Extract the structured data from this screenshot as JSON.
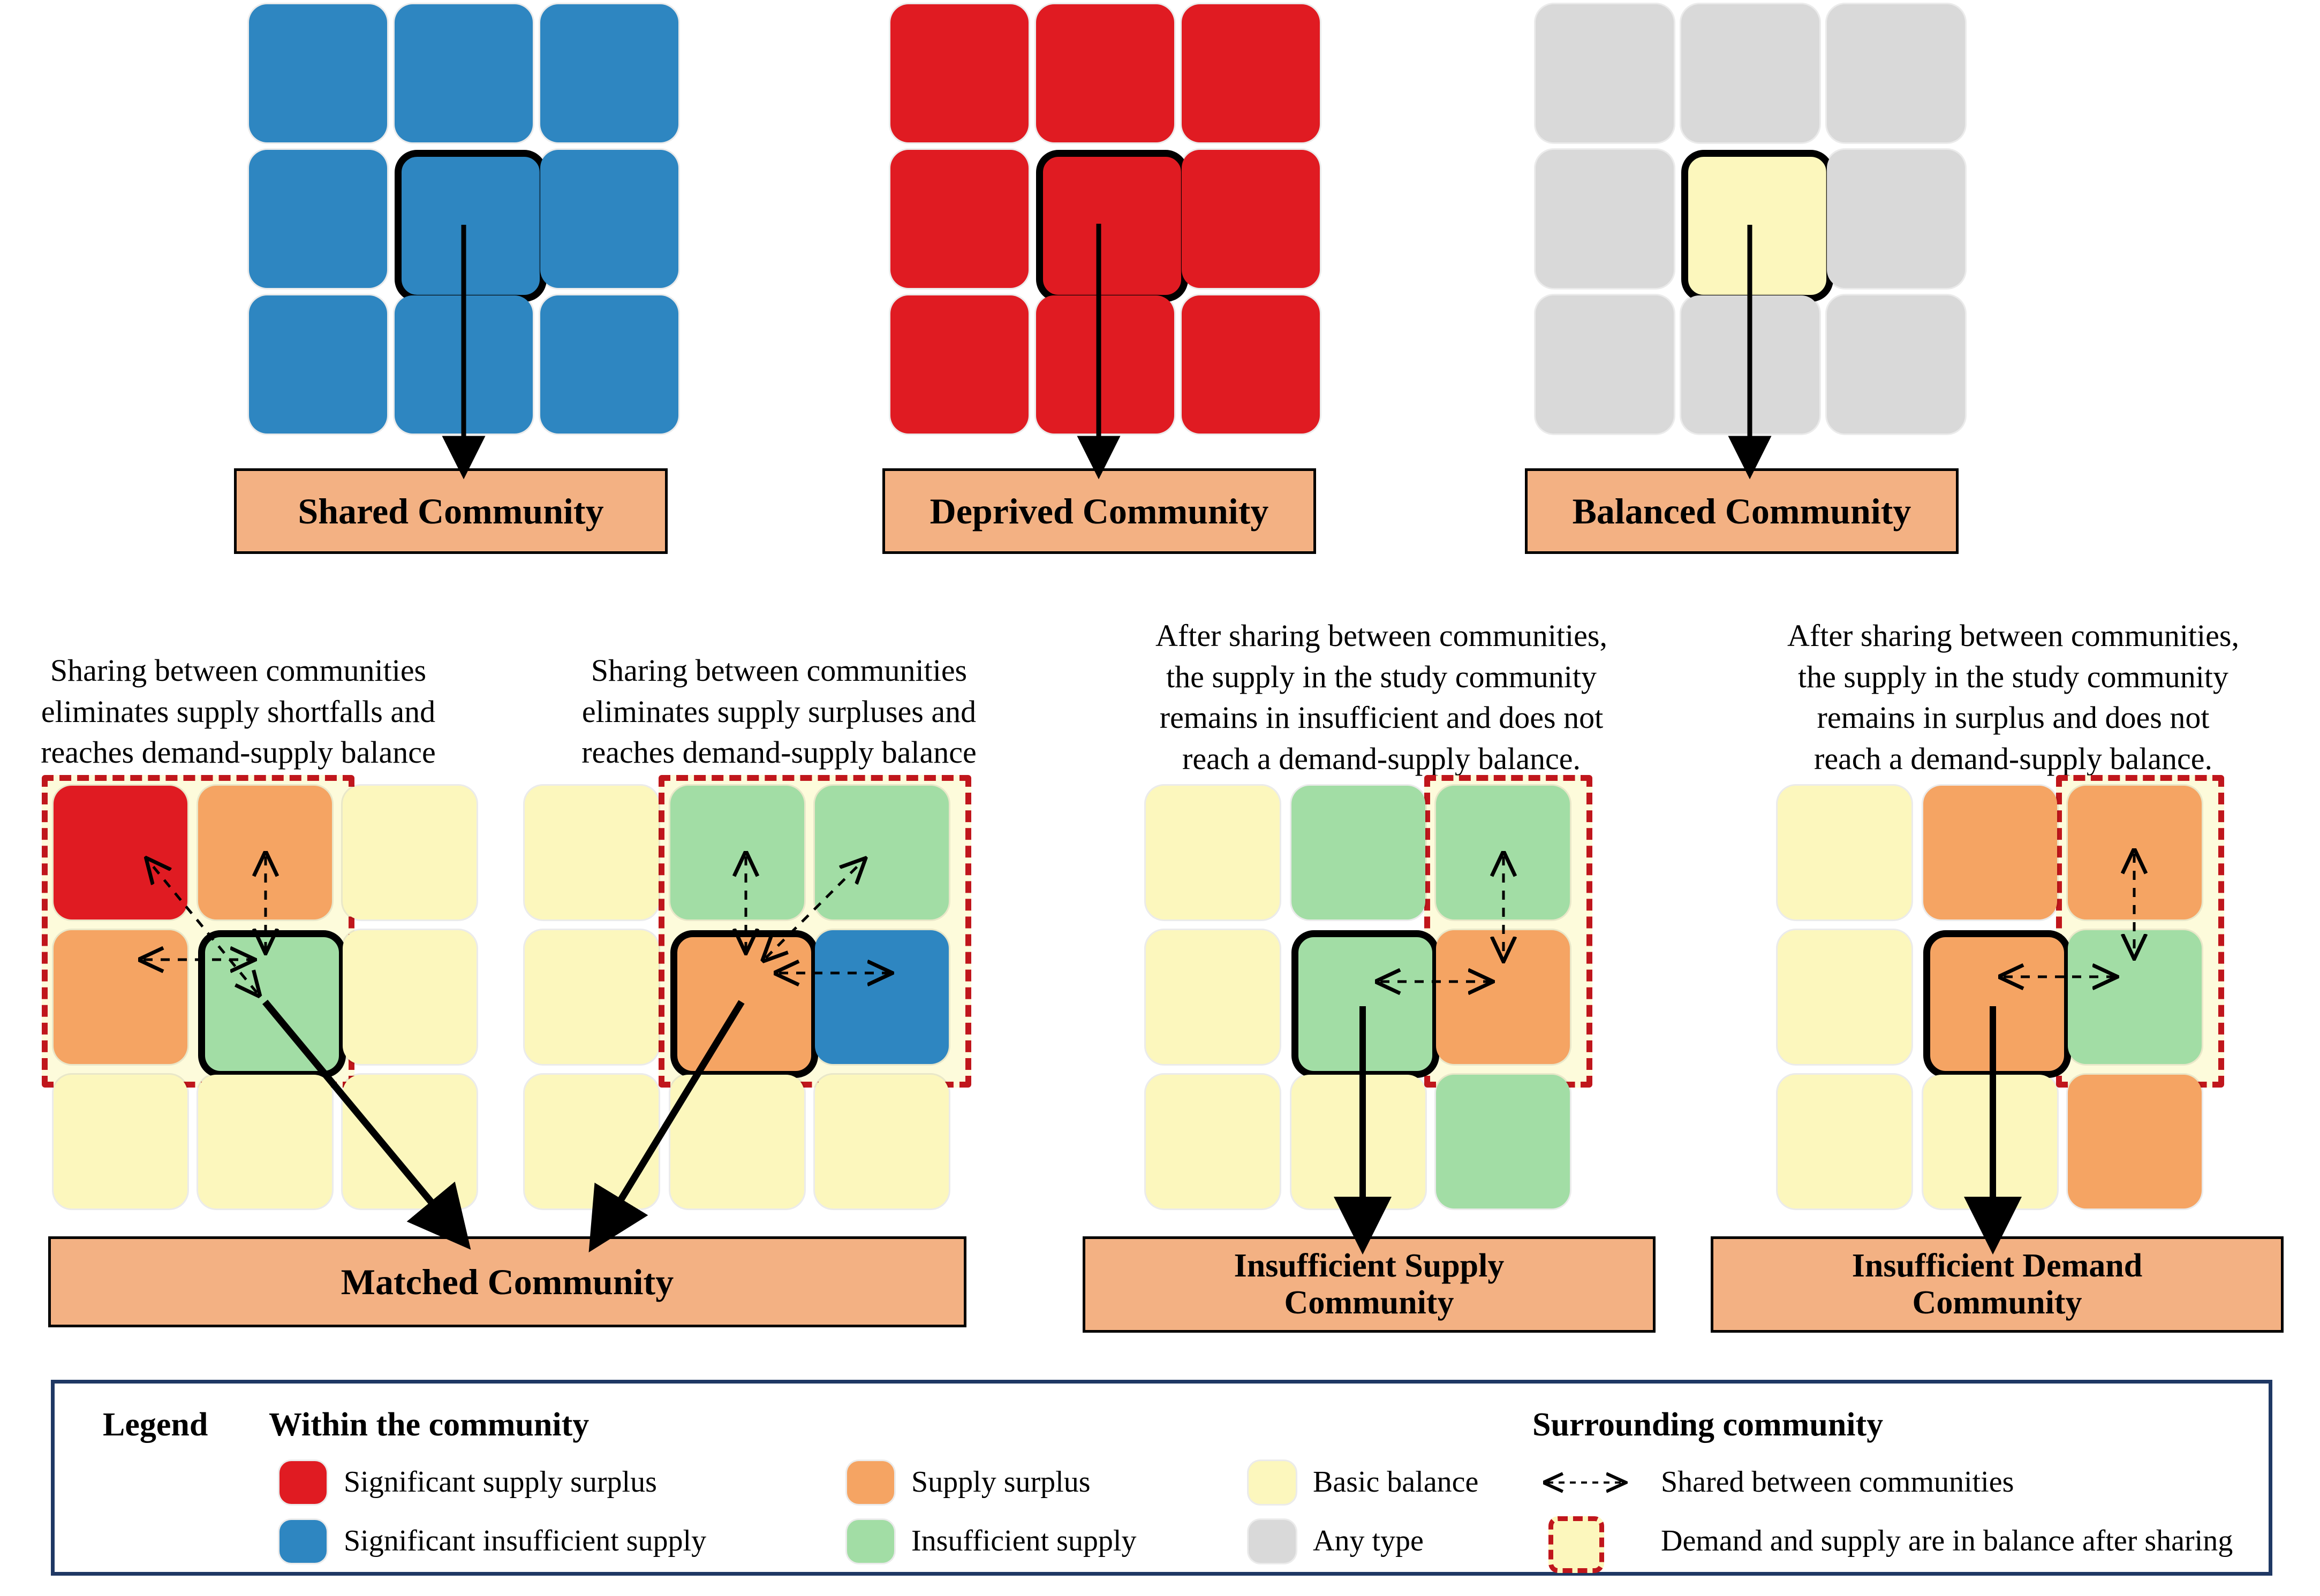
{
  "top_panels": [
    {
      "label": "Shared Community",
      "cell_color": "blue",
      "center_color": "blue"
    },
    {
      "label": "Deprived Community",
      "cell_color": "red",
      "center_color": "red"
    },
    {
      "label": "Balanced Community",
      "cell_color": "grey",
      "center_color": "yellow"
    }
  ],
  "bottom_panels": [
    {
      "caption": "Sharing between communities eliminates supply shortfalls and reaches demand-supply balance",
      "caption_lines": [
        "Sharing between communities",
        "eliminates supply shortfalls and",
        "reaches demand-supply balance"
      ],
      "grid": [
        [
          "red",
          "orange",
          "yellow"
        ],
        [
          "orange",
          "green",
          "yellow"
        ],
        [
          "yellow",
          "yellow",
          "yellow"
        ]
      ],
      "focus_cell": [
        1,
        1
      ],
      "balance_region": {
        "row_start": 0,
        "row_end": 1,
        "col_start": 0,
        "col_end": 1
      },
      "label": "Matched Community"
    },
    {
      "caption": "Sharing between communities eliminates supply surpluses and reaches demand-supply balance",
      "caption_lines": [
        "Sharing between communities",
        "eliminates supply surpluses and",
        "reaches demand-supply balance"
      ],
      "grid": [
        [
          "yellow",
          "green",
          "green"
        ],
        [
          "yellow",
          "orange",
          "blue"
        ],
        [
          "yellow",
          "yellow",
          "yellow"
        ]
      ],
      "focus_cell": [
        1,
        1
      ],
      "balance_region": {
        "row_start": 0,
        "row_end": 1,
        "col_start": 1,
        "col_end": 2
      },
      "label": "Matched Community"
    },
    {
      "caption": "After sharing between communities, the supply in the study community remains in insufficient and does not reach a demand-supply balance.",
      "caption_lines": [
        "After sharing between communities,",
        "the supply in the study community",
        "remains in insufficient and does not",
        "reach a demand-supply balance."
      ],
      "grid": [
        [
          "yellow",
          "green",
          "green"
        ],
        [
          "yellow",
          "green",
          "orange"
        ],
        [
          "yellow",
          "yellow",
          "green"
        ]
      ],
      "focus_cell": [
        1,
        1
      ],
      "balance_region": {
        "row_start": 0,
        "row_end": 1,
        "col_start": 2,
        "col_end": 2
      },
      "label": "Insufficient Supply Community",
      "label_lines": [
        "Insufficient Supply",
        "Community"
      ]
    },
    {
      "caption": "After sharing between communities, the supply in the study community remains in surplus and does not reach a demand-supply balance.",
      "caption_lines": [
        "After sharing between communities,",
        "the supply in the study community",
        "remains in surplus and does not",
        "reach a demand-supply balance."
      ],
      "grid": [
        [
          "yellow",
          "orange",
          "orange"
        ],
        [
          "yellow",
          "orange",
          "green"
        ],
        [
          "yellow",
          "yellow",
          "orange"
        ]
      ],
      "focus_cell": [
        1,
        1
      ],
      "balance_region": {
        "row_start": 0,
        "row_end": 1,
        "col_start": 2,
        "col_end": 2
      },
      "label": "Insufficient Demand Community",
      "label_lines": [
        "Insufficient Demand",
        "Community"
      ]
    }
  ],
  "legend": {
    "title": "Legend",
    "group_left_title": "Within the community",
    "group_right_title": "Surrounding community",
    "items_left": [
      {
        "color": "red",
        "label": "Significant supply surplus"
      },
      {
        "color": "blue",
        "label": "Significant insufficient supply"
      }
    ],
    "items_mid": [
      {
        "color": "orange",
        "label": "Supply surplus"
      },
      {
        "color": "green",
        "label": "Insufficient supply"
      }
    ],
    "items_mid2": [
      {
        "color": "yellow",
        "label": "Basic balance"
      },
      {
        "color": "grey",
        "label": "Any type"
      }
    ],
    "items_right": [
      {
        "icon": "double-arrow-dashed-icon",
        "label": "Shared between communities"
      },
      {
        "icon": "dashed-red-box-icon",
        "label": "Demand and supply are in balance after sharing"
      }
    ]
  },
  "colors": {
    "red": "#e01b22",
    "blue": "#2e86c1",
    "grey": "#d9d9d9",
    "yellow": "#fcf7bd",
    "orange": "#f5a463",
    "green": "#a2dda5",
    "label_box": "#f3b183",
    "dashed_red": "#c0161c",
    "legend_border": "#1f3864"
  }
}
